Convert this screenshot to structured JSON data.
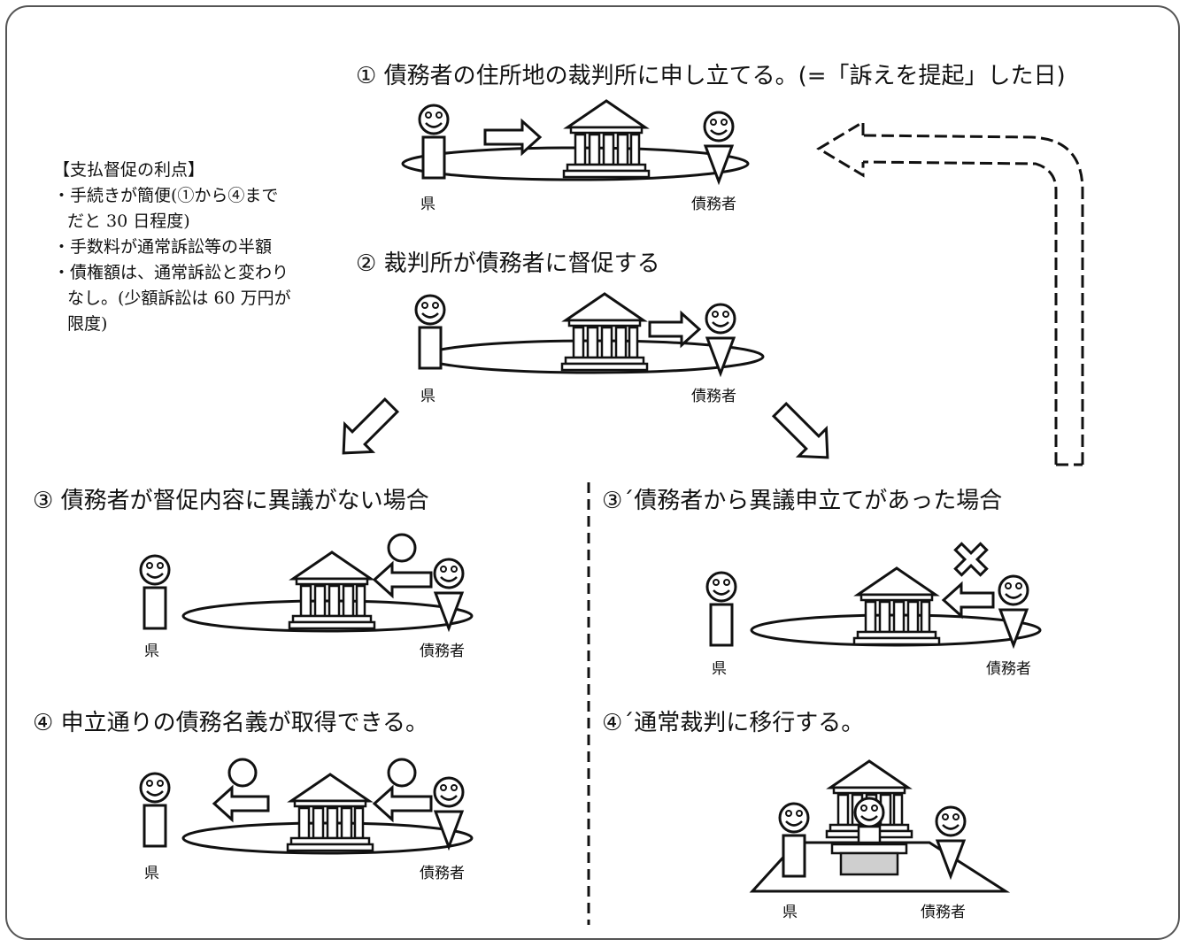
{
  "step1": {
    "title": "① 債務者の住所地の裁判所に申し立てる。(=「訴えを提起」した日)"
  },
  "step2": {
    "title": "② 裁判所が債務者に督促する"
  },
  "step3": {
    "title": "③ 債務者が督促内容に異議がない場合"
  },
  "step3b": {
    "title": "③´債務者から異議申立てがあった場合"
  },
  "step4": {
    "title": "④ 申立通りの債務名義が取得できる。"
  },
  "step4b": {
    "title": "④´通常裁判に移行する。"
  },
  "labels": {
    "prefecture": "県",
    "debtor": "債務者"
  },
  "note": {
    "heading": "【支払督促の利点】",
    "lines": [
      "・手続きが簡便(①から④まで",
      "  だと 30 日程度)",
      "・手数料が通常訴訟等の半額",
      "・債権額は、通常訴訟と変わり",
      "  なし。(少額訴訟は 60 万円が",
      "  限度)"
    ]
  },
  "marks": {
    "ok": "○",
    "ng": "×"
  }
}
